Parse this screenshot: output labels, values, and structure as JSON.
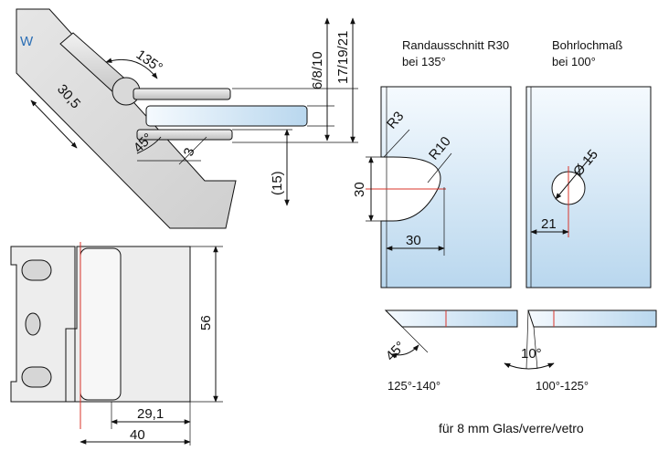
{
  "hinge_view": {
    "marker": "W",
    "angle": "135°",
    "length": "30,5",
    "bevel_angle": "45°",
    "gap": "3",
    "offset": "(15)",
    "thickness_a": "6/8/10",
    "thickness_b": "17/19/21"
  },
  "front_view": {
    "height": "56",
    "width_inner": "29,1",
    "width_total": "40"
  },
  "cutout": {
    "title_line1": "Randausschnitt R30",
    "title_line2": "bei 135°",
    "radius_small": "R3",
    "radius_large": "R10",
    "height": "30",
    "depth": "30",
    "range_label": "125°-140°",
    "bevel_angle": "45°"
  },
  "bore": {
    "title_line1": "Bohrlochmaß",
    "title_line2": "bei 100°",
    "diameter": "Ø 15",
    "edge_distance": "21",
    "range_label": "100°-125°",
    "bevel_angle": "10°"
  },
  "footer": {
    "note": "für 8 mm Glas/verre/vetro"
  },
  "colors": {
    "glass_light": "#eef6fc",
    "glass_dark": "#bcd9ef",
    "metal": "#d9d9d9",
    "accent_red": "#d9342b",
    "marker_blue": "#2c6fb5"
  }
}
